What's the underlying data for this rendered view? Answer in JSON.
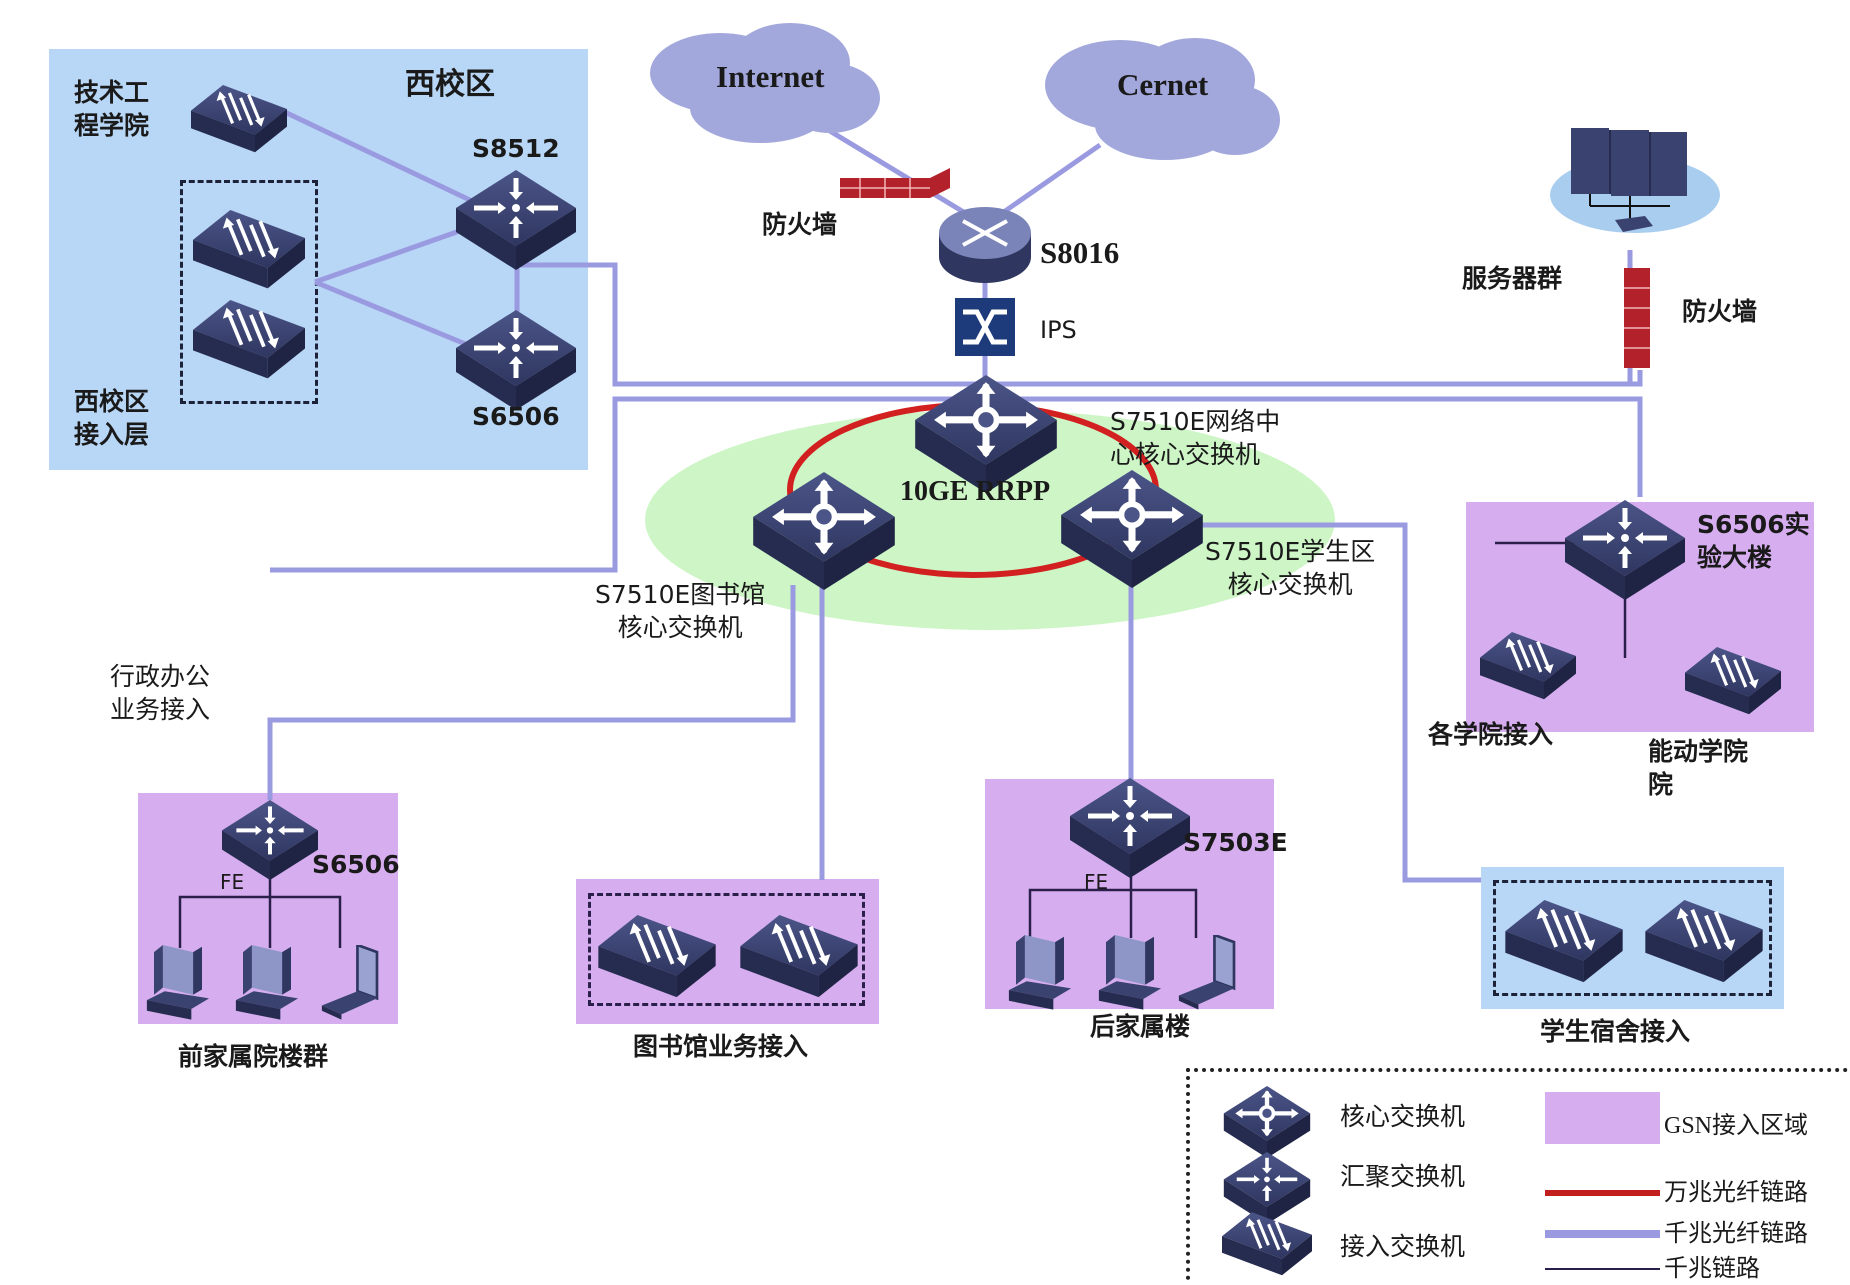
{
  "diagram": {
    "type": "campus-network-topology",
    "colors": {
      "ten_gig_fiber": "#d21f1f",
      "gig_fiber": "#9a9ae0",
      "gig_copper": "#2a1f4a",
      "gsn_zone": "#d6aef0",
      "west_zone": "#b8d6f5",
      "core_ring_area": "#cdf5c6",
      "device": "#3a4370",
      "cloud": "#a3a8dc",
      "firewall": "#b3222b"
    }
  },
  "west_campus": {
    "title": "西校区",
    "tech_college_label": "技术工\n程学院",
    "access_label": "西校区\n接入层",
    "s8512_label": "S8512",
    "s6506_label": "S6506"
  },
  "internet": {
    "internet_label": "Internet",
    "cernet_label": "Cernet",
    "firewall_label": "防火墙",
    "router_label": "S8016",
    "ips_label": "IPS"
  },
  "servers": {
    "label": "服务器群",
    "firewall_label": "防火墙"
  },
  "core": {
    "ring_label": "10GE RRPP",
    "center_label": "S7510E网络中\n心核心交换机",
    "library_label": "S7510E图书馆\n核心交换机",
    "student_label": "S7510E学生区\n核心交换机"
  },
  "lab_building": {
    "switch_label": "S6506实\n验大楼",
    "colleges_label": "各学院接入",
    "energy_label": "能动学院\n院"
  },
  "admin": {
    "label": "行政办公\n业务接入"
  },
  "front_housing": {
    "switch_label": "S6506",
    "fe_label": "FE",
    "title": "前家属院楼群"
  },
  "library_access": {
    "title": "图书馆业务接入"
  },
  "rear_housing": {
    "switch_label": "S7503E",
    "fe_label": "FE",
    "title": "后家属楼"
  },
  "dorm": {
    "title": "学生宿舍接入"
  },
  "legend": {
    "core_switch": "核心交换机",
    "aggregation_switch": "汇聚交换机",
    "access_switch": "接入交换机",
    "gsn_zone": "GSN接入区域",
    "ten_gig_fiber": "万兆光纤链路",
    "gig_fiber": "千兆光纤链路",
    "gig_link": "千兆链路"
  }
}
